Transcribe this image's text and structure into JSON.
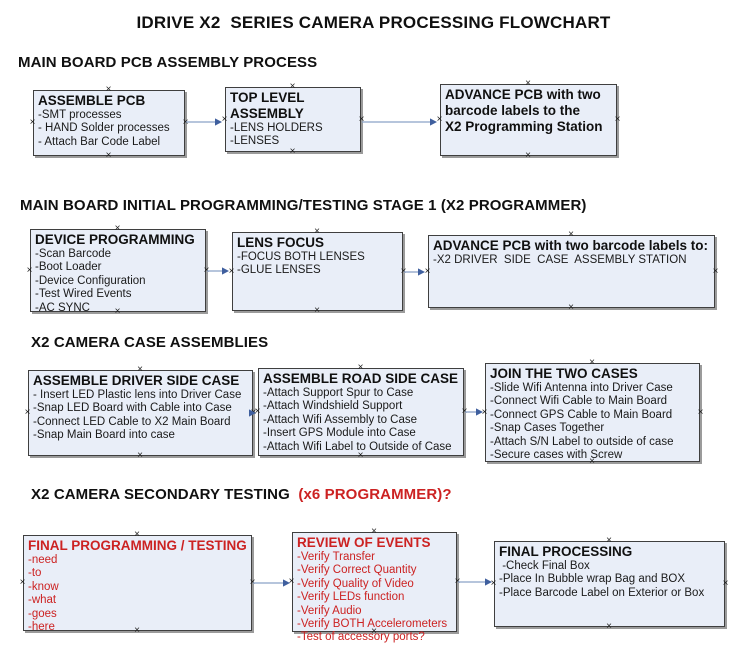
{
  "title": "IDRIVE X2  SERIES CAMERA PROCESSING FLOWCHART",
  "colors": {
    "red_text": "#cc2222",
    "box_fill": "#e9eef8",
    "box_border": "#3f3f3f",
    "arrow_line": "#8ba2c6",
    "arrow_head": "#3f5f9e",
    "handle_glyph_color": "#222222"
  },
  "handle_glyph": "×",
  "sections": [
    {
      "heading": "MAIN BOARD PCB ASSEMBLY PROCESS",
      "heading_accent": "",
      "boxes": [
        {
          "title": "ASSEMBLE PCB",
          "color": "black",
          "items": [
            "-SMT processes",
            "- HAND Solder processes",
            "- Attach Bar Code Label"
          ]
        },
        {
          "title": "TOP LEVEL ASSEMBLY",
          "color": "black",
          "items": [
            "-LENS HOLDERS",
            "-LENSES"
          ]
        },
        {
          "title": "ADVANCE PCB with two\nbarcode labels to the\n X2 Programming Station",
          "color": "black",
          "items": []
        }
      ]
    },
    {
      "heading": "MAIN BOARD INITIAL PROGRAMMING/TESTING STAGE 1 (X2 PROGRAMMER)",
      "heading_accent": "",
      "boxes": [
        {
          "title": "DEVICE PROGRAMMING",
          "color": "black",
          "items": [
            "-Scan Barcode",
            "-Boot Loader",
            "-Device Configuration",
            "-Test Wired Events",
            "-AC SYNC"
          ]
        },
        {
          "title": "LENS FOCUS",
          "color": "black",
          "items": [
            "-FOCUS BOTH LENSES",
            "-GLUE LENSES"
          ]
        },
        {
          "title": "ADVANCE PCB with two barcode labels to:",
          "color": "black",
          "items": [
            "-X2 DRIVER  SIDE  CASE  ASSEMBLY STATION"
          ]
        }
      ]
    },
    {
      "heading": "X2 CAMERA CASE ASSEMBLIES",
      "heading_accent": "",
      "boxes": [
        {
          "title": "ASSEMBLE DRIVER SIDE CASE",
          "color": "black",
          "items": [
            "- Insert LED Plastic lens into Driver Case",
            "-Snap LED Board with Cable into Case",
            "-Connect LED Cable to X2 Main Board",
            "-Snap Main Board into case"
          ]
        },
        {
          "title": "ASSEMBLE ROAD SIDE CASE",
          "color": "black",
          "items": [
            "-Attach Support Spur to Case",
            "-Attach Windshield Support",
            "-Attach Wifi Assembly to Case",
            "-Insert GPS Module into Case",
            "-Attach Wifi Label to Outside of Case"
          ]
        },
        {
          "title": "JOIN THE TWO CASES",
          "color": "black",
          "items": [
            "-Slide Wifi Antenna into Driver Case",
            "-Connect Wifi Cable to Main Board",
            "-Connect GPS Cable to Main Board",
            "-Snap Cases Together",
            "-Attach S/N Label to outside of case",
            "-Secure cases with Screw"
          ]
        }
      ]
    },
    {
      "heading": "X2 CAMERA SECONDARY TESTING  ",
      "heading_accent": "(x6 PROGRAMMER)?",
      "boxes": [
        {
          "title": "FINAL PROGRAMMING / TESTING",
          "color": "red",
          "items": [
            "-need",
            "-to",
            "-know",
            "-what",
            "-goes",
            "-here"
          ]
        },
        {
          "title": "REVIEW OF EVENTS",
          "color": "red",
          "items": [
            "-Verify Transfer",
            "-Verify Correct Quantity",
            "-Verify Quality of Video",
            "-Verify LEDs function",
            "-Verify Audio",
            "-Verify BOTH Accelerometers",
            "-Test of accessory ports?"
          ]
        },
        {
          "title": "FINAL PROCESSING",
          "color": "black",
          "items": [
            " -Check Final Box",
            "-Place In Bubble wrap Bag and BOX",
            "-Place Barcode Label on Exterior or Box"
          ]
        }
      ]
    }
  ]
}
